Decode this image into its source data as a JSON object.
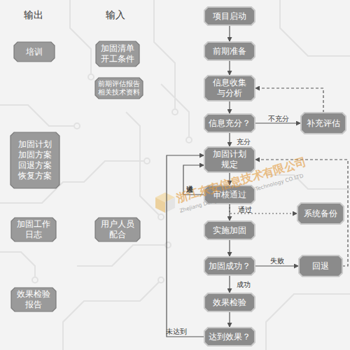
{
  "diagram": {
    "nodes": [
      {
        "text": [
          "培训"
        ]
      },
      {
        "text": [
          "加固计划 加固方案 回退方案 恢复方案"
        ]
      },
      {
        "text": [
          "加固工作 日志"
        ]
      },
      {
        "text": [
          "效果检验 报告"
        ]
      },
      {
        "text": [
          "加固清单 开工条件"
        ]
      },
      {
        "text": [
          "前期评估报告 相关技术资料"
        ]
      },
      {
        "text": [
          "用户人员 配合"
        ]
      },
      {
        "text": [
          "项目启动"
        ]
      },
      {
        "text": [
          "前期准备"
        ]
      },
      {
        "text": [
          "信息收集 与分析"
        ]
      },
      {
        "text": [
          "信息充分？"
        ]
      },
      {
        "text": [
          "补充评估"
        ]
      },
      {
        "text": [
          "加固计划 规定"
        ]
      },
      {
        "text": [
          "审核通过"
        ]
      },
      {
        "text": [
          "系统备份"
        ]
      },
      {
        "text": [
          "实施加固"
        ]
      },
      {
        "text": [
          "加固成功？"
        ]
      },
      {
        "text": [
          "回退"
        ]
      },
      {
        "text": [
          "效果检验"
        ]
      },
      {
        "text": [
          "达到效果？"
        ]
      }
    ],
    "edges": [
      {
        "from": 7,
        "to": 8,
        "arrow": "to"
      },
      {
        "from": 8,
        "to": 9,
        "arrow": "to"
      },
      {
        "from": 9,
        "to": 10,
        "arrow": "to"
      },
      {
        "from": 10,
        "to": 11,
        "label": "不充分",
        "arrow": "to"
      },
      {
        "from": 11,
        "to": 9,
        "arrow": "to"
      },
      {
        "from": 10,
        "to": 12,
        "label": "充分",
        "arrow": "to"
      },
      {
        "from": 12,
        "to": 13,
        "arrow": "to"
      },
      {
        "from": 13,
        "to": 12,
        "label": "未通过",
        "arrow": "to"
      },
      {
        "from": 13,
        "to": 15,
        "label": "通过",
        "arrow": "to"
      },
      {
        "from": 13,
        "to": 14,
        "arrow": "to"
      },
      {
        "from": 15,
        "to": 16,
        "arrow": "to"
      },
      {
        "from": 16,
        "to": 17,
        "label": "失败",
        "arrow": "to"
      },
      {
        "from": 16,
        "to": 18,
        "label": "成功",
        "arrow": "to"
      },
      {
        "from": 18,
        "to": 19,
        "arrow": "to"
      },
      {
        "from": 19,
        "to": 12,
        "label": "未达到",
        "arrow": "to"
      },
      {
        "from": 17,
        "to": 12,
        "arrow": "to"
      }
    ],
    "labels": [
      "输出",
      "输入",
      "浙江东安信息技术有限公司",
      "Zhejiang Dongan Information Technology CO.LTD"
    ]
  }
}
